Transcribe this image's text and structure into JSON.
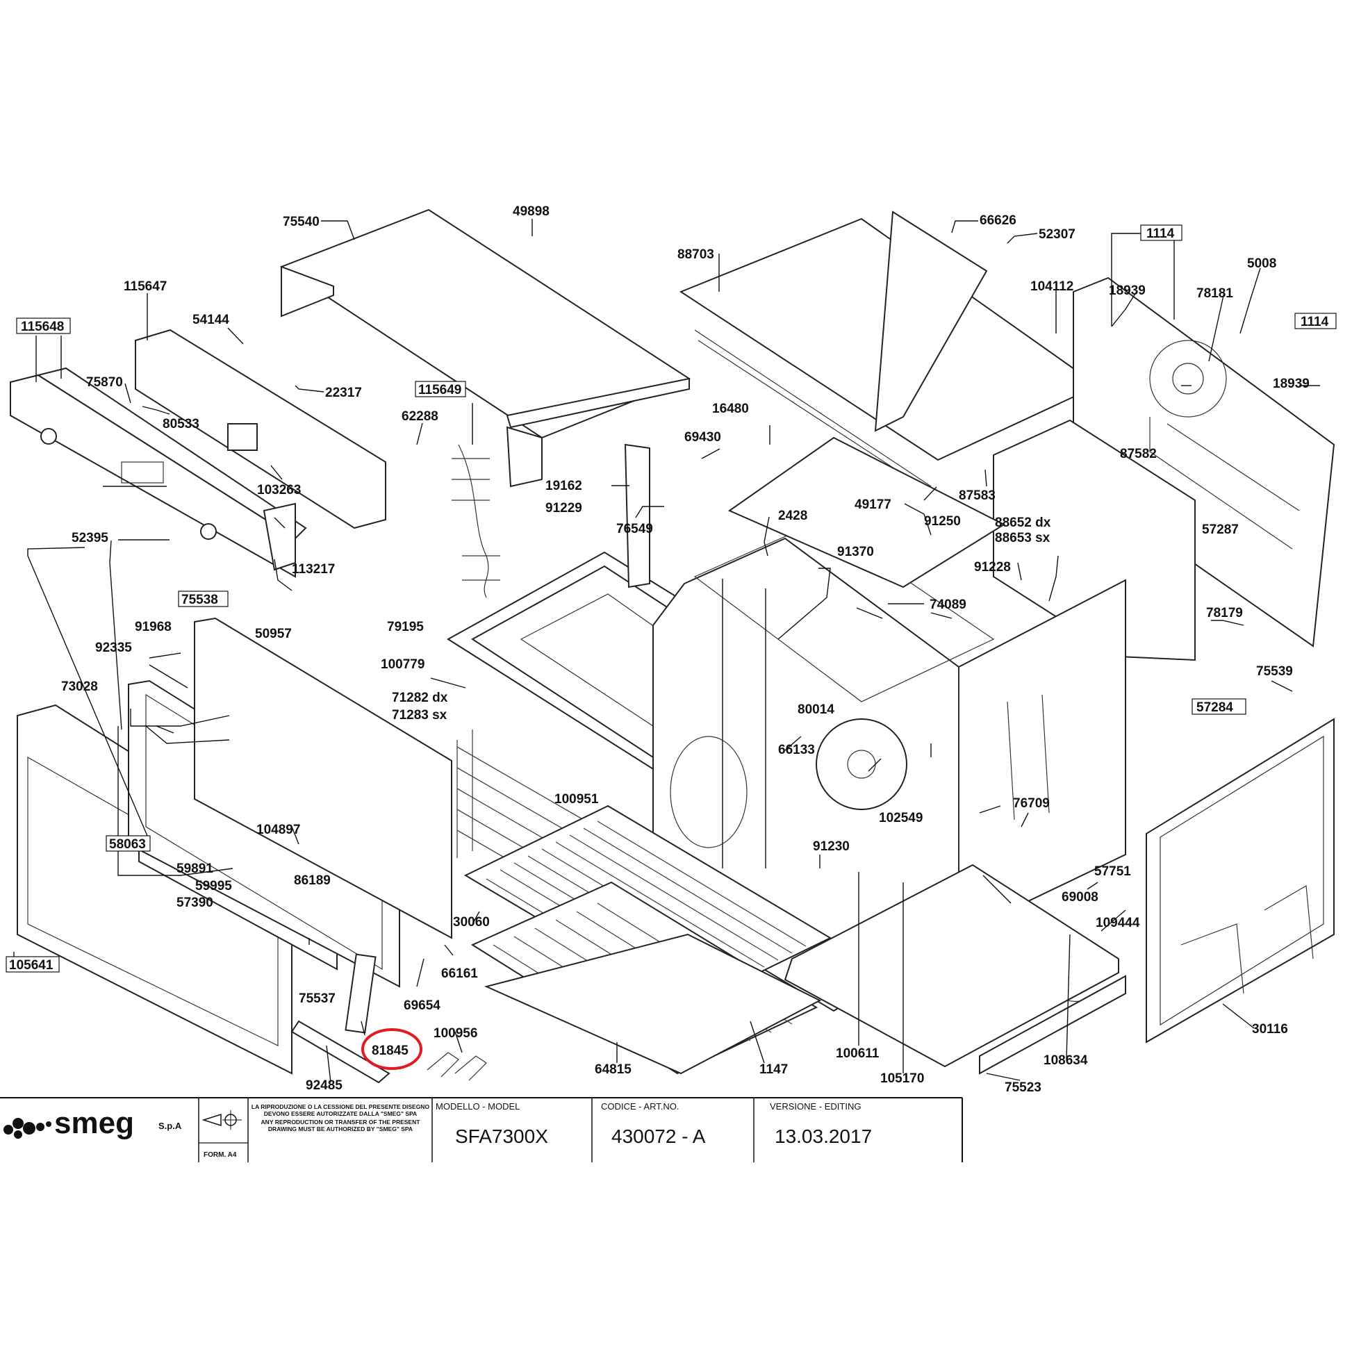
{
  "brand": {
    "name": "smeg",
    "suffix": "S.p.A"
  },
  "notice": {
    "it": "LA RIPRODUZIONE O LA CESSIONE DEL PRESENTE DISEGNO DEVONO ESSERE AUTORIZZATE DALLA \"SMEG\" SPA",
    "en": "ANY REPRODUCTION OR TRANSFER OF THE PRESENT DRAWING MUST BE AUTHORIZED BY \"SMEG\" SPA"
  },
  "form": "FORM. A4",
  "title_block": {
    "model_header": "MODELLO - MODEL",
    "model": "SFA7300X",
    "code_header": "CODICE - ART.NO.",
    "code": "430072 - A",
    "edit_header": "VERSIONE - EDITING",
    "edit": "13.03.2017"
  },
  "highlighted_part": "81845",
  "labels": [
    "75540",
    "49898",
    "66626",
    "52307",
    "1114",
    "88703",
    "104112",
    "18939",
    "5008",
    "78181",
    "115647",
    "54144",
    "115648",
    "75870",
    "22317",
    "80533",
    "103263",
    "115649",
    "62288",
    "1114",
    "18939",
    "16480",
    "69430",
    "87582",
    "19162",
    "91229",
    "87583",
    "91250",
    "2428",
    "49177",
    "52395",
    "113217",
    "76549",
    "91370",
    "88652 dx",
    "88653 sx",
    "57287",
    "91228",
    "75538",
    "91968",
    "50957",
    "79195",
    "74089",
    "78179",
    "92335",
    "100779",
    "75539",
    "73028",
    "71282 dx",
    "71283 sx",
    "80014",
    "57284",
    "66133",
    "100951",
    "102549",
    "76709",
    "104897",
    "58063",
    "59891",
    "59995",
    "86189",
    "57390",
    "91230",
    "57751",
    "69008",
    "30060",
    "109444",
    "105641",
    "66161",
    "75537",
    "69654",
    "100956",
    "81845",
    "64815",
    "1147",
    "100611",
    "105170",
    "108634",
    "75523",
    "30116",
    "92485"
  ]
}
